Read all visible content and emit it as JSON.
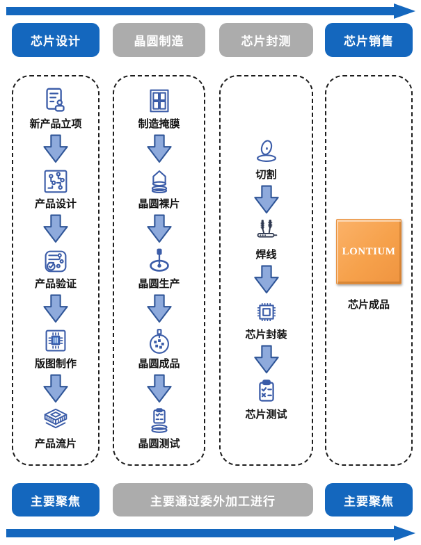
{
  "colors": {
    "primary_blue": "#1467be",
    "pill_gray": "#acacac",
    "arrow_fill": "#8eaadc",
    "arrow_stroke": "#2f5597",
    "icon_blue": "#3b5ca8",
    "wirebond_dark": "#2e3850",
    "brand_orange": "#f6a14b"
  },
  "top_arrow": {
    "icon": "right-arrow-icon",
    "direction": "right"
  },
  "bottom_arrow": {
    "icon": "right-arrow-icon",
    "direction": "right"
  },
  "headers": [
    {
      "label": "芯片设计",
      "variant": "blue"
    },
    {
      "label": "晶圆制造",
      "variant": "gray"
    },
    {
      "label": "芯片封测",
      "variant": "gray"
    },
    {
      "label": "芯片销售",
      "variant": "blue"
    }
  ],
  "columns": [
    {
      "name": "chip-design",
      "steps": [
        {
          "icon": "document-person-icon",
          "label": "新产品立项"
        },
        {
          "icon": "circuit-board-icon",
          "label": "产品设计"
        },
        {
          "icon": "circuit-verify-icon",
          "label": "产品验证"
        },
        {
          "icon": "chip-layout-icon",
          "label": "版图制作"
        },
        {
          "icon": "chip-3d-icon",
          "label": "产品流片"
        }
      ]
    },
    {
      "name": "wafer-manufacturing",
      "steps": [
        {
          "icon": "mask-grid-icon",
          "label": "制造掩膜"
        },
        {
          "icon": "wafer-ingot-icon",
          "label": "晶圆裸片"
        },
        {
          "icon": "wafer-production-icon",
          "label": "晶圆生产"
        },
        {
          "icon": "wafer-finished-icon",
          "label": "晶圆成品"
        },
        {
          "icon": "wafer-test-icon",
          "label": "晶圆测试"
        }
      ]
    },
    {
      "name": "chip-packaging-testing",
      "steps": [
        {
          "icon": "saw-disc-icon",
          "label": "切割"
        },
        {
          "icon": "wire-bond-icon",
          "label": "焊线"
        },
        {
          "icon": "chip-package-icon",
          "label": "芯片封装"
        },
        {
          "icon": "chip-test-icon",
          "label": "芯片测试"
        }
      ]
    },
    {
      "name": "chip-sales",
      "brand": "LONTIUM",
      "label": "芯片成品"
    }
  ],
  "footers": [
    {
      "label": "主要聚焦",
      "variant": "blue"
    },
    {
      "label": "主要通过委外加工进行",
      "variant": "gray"
    },
    {
      "label": "主要聚焦",
      "variant": "blue"
    }
  ]
}
